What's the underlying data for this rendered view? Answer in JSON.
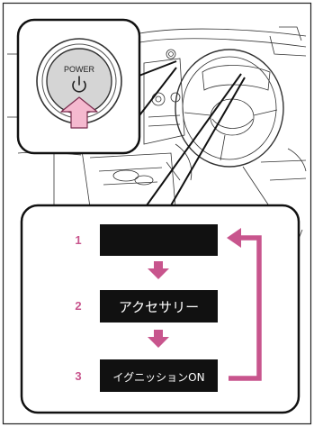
{
  "button": {
    "label": "POWER",
    "icon": "power-icon"
  },
  "modes": [
    {
      "number": "1",
      "label": ""
    },
    {
      "number": "2",
      "label": "アクセサリー"
    },
    {
      "number": "3",
      "label": "イグニッションON"
    }
  ],
  "colors": {
    "accent": "#c8558d",
    "mode_box": "#111111",
    "arrow_pink": "#f5b9cf"
  }
}
